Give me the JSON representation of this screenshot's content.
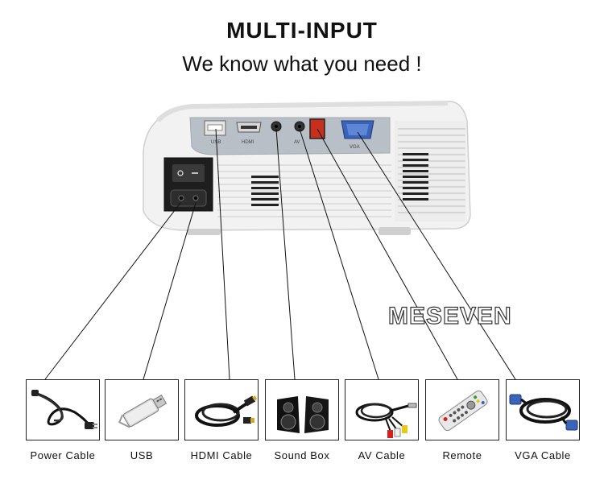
{
  "heading": {
    "title": "MULTI-INPUT",
    "subtitle": "We know what you need !"
  },
  "watermark": "MESEVEN",
  "ports": [
    {
      "name": "usb-port",
      "label": "USB"
    },
    {
      "name": "hdmi-port",
      "label": "HDMI"
    },
    {
      "name": "audio-port",
      "label": ""
    },
    {
      "name": "av-port",
      "label": "AV"
    },
    {
      "name": "ir-sensor",
      "label": ""
    },
    {
      "name": "vga-port",
      "label": "VGA"
    }
  ],
  "accessories": [
    {
      "id": "power",
      "label": "Power Cable",
      "icon": "power-cable-icon"
    },
    {
      "id": "usb",
      "label": "USB",
      "icon": "usb-drive-icon"
    },
    {
      "id": "hdmi",
      "label": "HDMI Cable",
      "icon": "hdmi-cable-icon"
    },
    {
      "id": "sound",
      "label": "Sound Box",
      "icon": "speaker-icon"
    },
    {
      "id": "av",
      "label": "AV Cable",
      "icon": "av-cable-icon"
    },
    {
      "id": "remote",
      "label": "Remote",
      "icon": "remote-control-icon"
    },
    {
      "id": "vga",
      "label": "VGA Cable",
      "icon": "vga-cable-icon"
    }
  ],
  "colors": {
    "ir_sensor": "#c8301e",
    "vga_connector": "#3a64b8",
    "rca_red": "#d62020",
    "rca_yellow": "#e8c81a"
  }
}
